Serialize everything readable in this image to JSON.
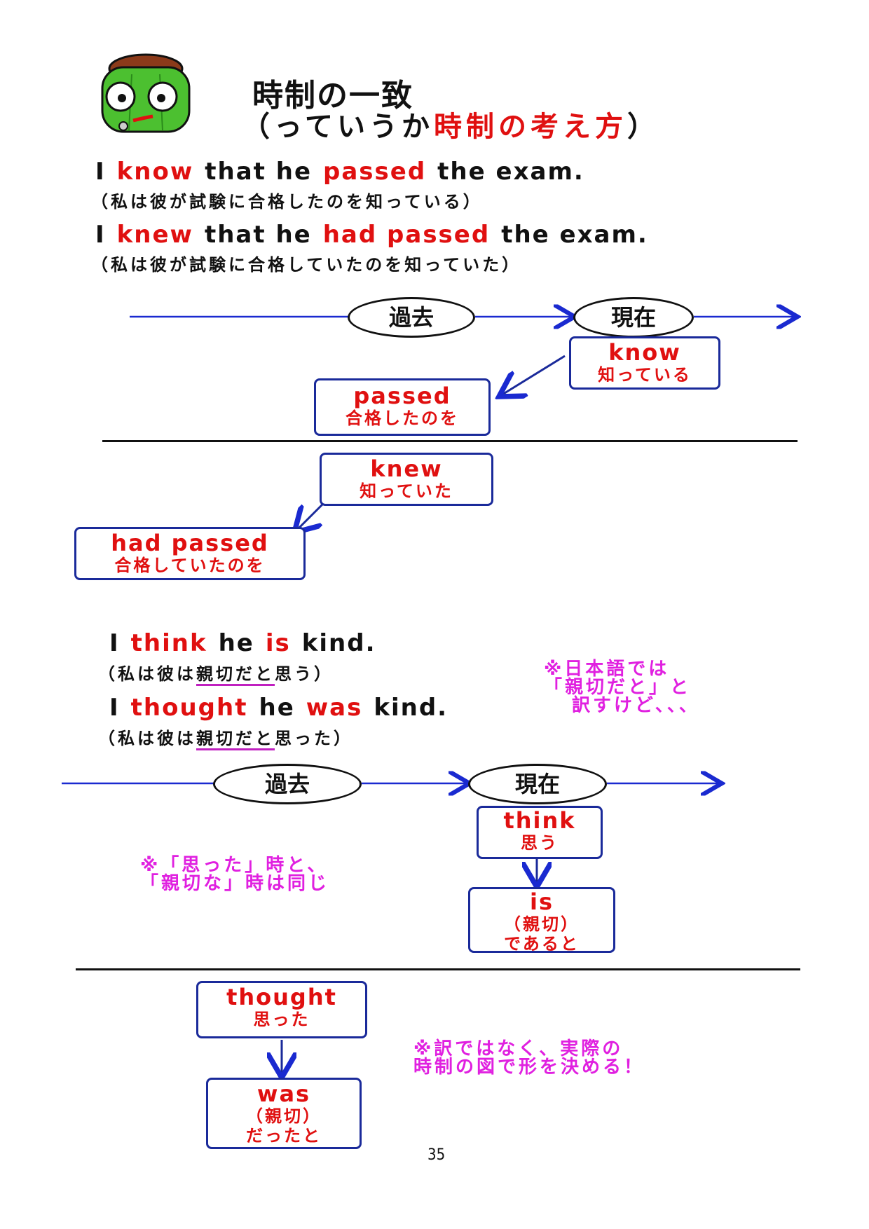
{
  "header": {
    "title_line1": "時制の一致",
    "title_line2_prefix": "（っていうか",
    "title_line2_highlight": "時制の考え方",
    "title_line2_suffix": "）"
  },
  "section1": {
    "s1": {
      "w1": "I",
      "w2": "know",
      "w3": "that he",
      "w4": "passed",
      "w5": "the exam."
    },
    "s1_jp": "（私は彼が試験に合格したのを知っている）",
    "s2": {
      "w1": "I",
      "w2": "knew",
      "w3": "that he",
      "w4": "had passed",
      "w5": "the exam."
    },
    "s2_jp": "（私は彼が試験に合格していたのを知っていた）",
    "past": "過去",
    "present": "現在",
    "box_know": {
      "en": "know",
      "ja": "知っている"
    },
    "box_passed": {
      "en": "passed",
      "ja": "合格したのを"
    },
    "box_knew": {
      "en": "knew",
      "ja": "知っていた"
    },
    "box_had_passed": {
      "en": "had passed",
      "ja": "合格していたのを"
    }
  },
  "section2": {
    "s1": {
      "w1": "I",
      "w2": "think",
      "w3": "he",
      "w4": "is",
      "w5": "kind."
    },
    "s1_jp_a": "（私は彼は",
    "s1_jp_u": "親切だと",
    "s1_jp_b": "思う）",
    "s2": {
      "w1": "I",
      "w2": "thought",
      "w3": "he",
      "w4": "was",
      "w5": "kind."
    },
    "s2_jp_a": "（私は彼は",
    "s2_jp_u": "親切だと",
    "s2_jp_b": "思った）",
    "note1_l1": "※日本語では",
    "note1_l2": "「親切だと」と",
    "note1_l3": "訳すけど、、、",
    "past": "過去",
    "present": "現在",
    "box_think": {
      "en": "think",
      "ja": "思う"
    },
    "box_is": {
      "en": "is",
      "ja1": "（親切）",
      "ja2": "であると"
    },
    "note2_l1": "※「思った」時と、",
    "note2_l2": "「親切な」時は同じ",
    "box_thought": {
      "en": "thought",
      "ja": "思った"
    },
    "box_was": {
      "en": "was",
      "ja1": "（親切）",
      "ja2": "だったと"
    },
    "note3_l1": "※訳ではなく、実際の",
    "note3_l2": "時制の図で形を決める！"
  },
  "footer": {
    "page_number": "35"
  },
  "colors": {
    "accent_red": "#e01010",
    "note_pink": "#e020e0",
    "arrow_blue": "#1a2ad0",
    "box_border": "#1a2a9a"
  }
}
